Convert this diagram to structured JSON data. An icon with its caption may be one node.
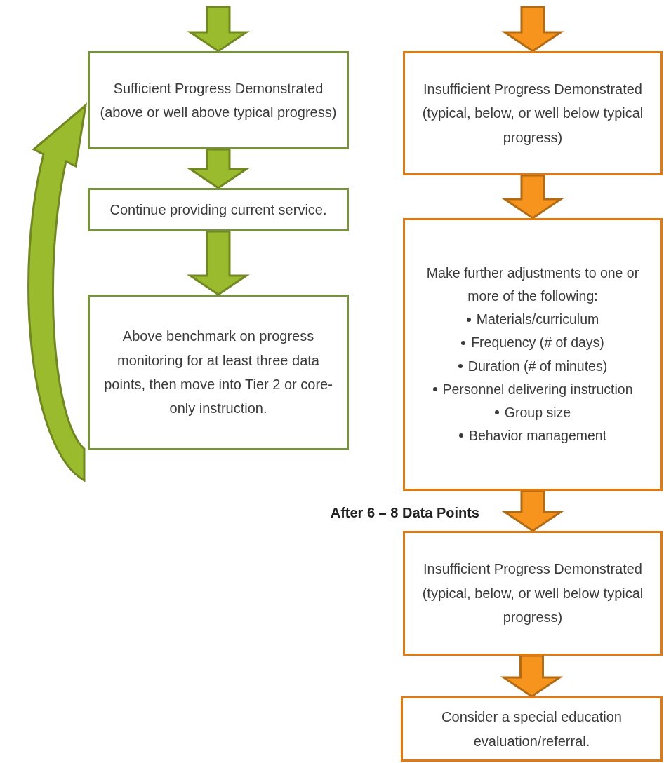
{
  "diagram": {
    "nodes": [
      {
        "text": [
          "Sufficient Progress Demonstrated (above or well above typical progress)"
        ]
      },
      {
        "text": [
          "Continue providing current service."
        ]
      },
      {
        "text": [
          "Above benchmark on progress monitoring for at least three data points, then move into Tier 2 or core-only instruction."
        ]
      },
      {
        "text": [
          "Insufficient Progress Demonstrated (typical, below, or well below typical progress)"
        ]
      },
      {
        "text": [
          "Make further adjustments to one or more of the following:",
          "Materials/curriculum",
          "Frequency (# of days)",
          "Duration (# of minutes)",
          "Personnel delivering instruction",
          "Group size",
          "Behavior management"
        ]
      },
      {
        "text": [
          "Insufficient Progress Demonstrated (typical, below, or well below typical progress)"
        ]
      },
      {
        "text": [
          "Consider a special education evaluation/referral."
        ]
      }
    ],
    "edges": [
      {
        "from": null,
        "to": 0,
        "arrow": "to",
        "color": "#9bbb2f"
      },
      {
        "from": null,
        "to": 3,
        "arrow": "to"
      },
      {
        "from": 0,
        "to": 1,
        "arrow": "to",
        "color": "#9bbb2f"
      },
      {
        "from": 1,
        "to": 2,
        "arrow": "to",
        "color": "#9bbb2f"
      },
      {
        "from": 2,
        "to": 0,
        "arrow": "to",
        "color": "#9bbb2f"
      },
      {
        "from": 3,
        "to": 4,
        "arrow": "to"
      },
      {
        "from": 4,
        "to": 5,
        "arrow": "to",
        "label": "After 6 – 8 Data Points"
      },
      {
        "from": 5,
        "to": 6,
        "arrow": "to"
      }
    ]
  }
}
